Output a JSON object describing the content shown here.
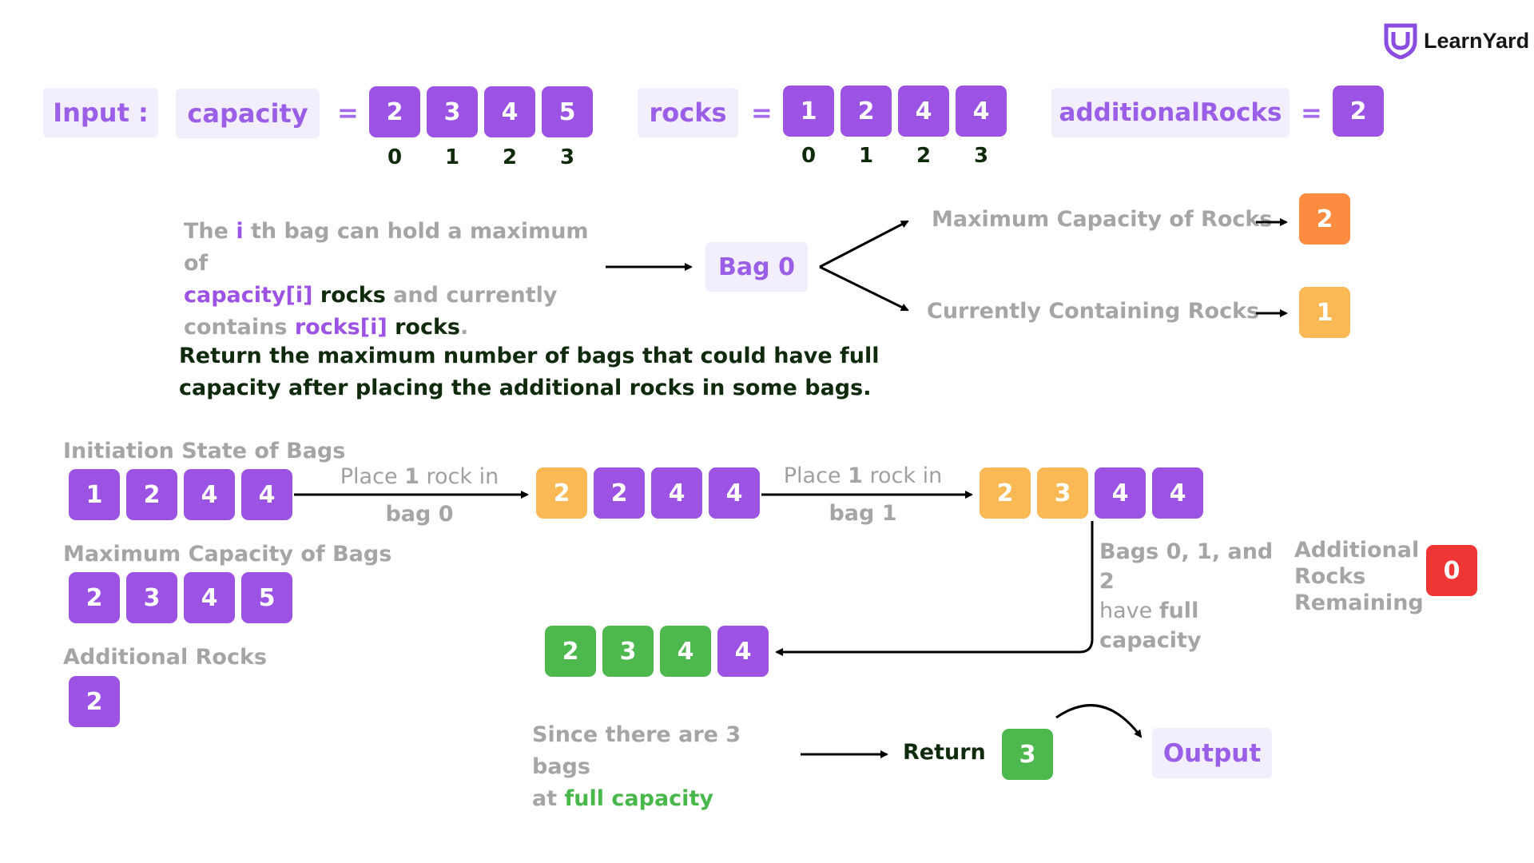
{
  "brand": {
    "name": "LearnYard"
  },
  "input": {
    "label": "Input :",
    "capacity_label": "capacity",
    "rocks_label": "rocks",
    "additional_label": "additionalRocks",
    "equals": "=",
    "capacity": [
      "2",
      "3",
      "4",
      "5"
    ],
    "rocks": [
      "1",
      "2",
      "4",
      "4"
    ],
    "additional_rocks": "2",
    "indices": [
      "0",
      "1",
      "2",
      "3"
    ]
  },
  "explanation": {
    "line1_a": "The ",
    "line1_i": "i",
    "line1_b": " th bag can hold a maximum of",
    "line2_cap": "capacity[i]",
    "line2_rocks": " rocks",
    "line2_b": " and currently",
    "line3_a": "contains ",
    "line3_rocksi": "rocks[i]",
    "line3_rocks": " rocks",
    "line3_dot": ".",
    "bag_label": "Bag 0",
    "max_capacity_label": "Maximum Capacity of Rocks",
    "max_capacity_value": "2",
    "containing_label": "Currently Containing Rocks",
    "containing_value": "1",
    "return_line1": "Return the maximum number of bags that could have full",
    "return_line2": "capacity after placing the additional rocks in some bags."
  },
  "simulation": {
    "initial_title": "Initiation State of Bags",
    "initial_bags": [
      "1",
      "2",
      "4",
      "4"
    ],
    "max_capacity_title": "Maximum Capacity of Bags",
    "max_capacity_bags": [
      "2",
      "3",
      "4",
      "5"
    ],
    "additional_title": "Additional Rocks",
    "additional_value": "2",
    "step1_top_a": "Place ",
    "step1_top_num": "1",
    "step1_top_b": " rock in",
    "step1_bottom": "bag 0",
    "step1_bags": [
      "2",
      "2",
      "4",
      "4"
    ],
    "step2_top_a": "Place ",
    "step2_top_num": "1",
    "step2_top_b": " rock in",
    "step2_bottom": "bag 1",
    "step2_bags": [
      "2",
      "3",
      "4",
      "4"
    ],
    "full_line1": "Bags 0, 1, and 2",
    "full_line2_a": "have ",
    "full_line2_b": "full",
    "full_line3": "capacity",
    "remaining_line1": "Additional",
    "remaining_line2": "Rocks",
    "remaining_line3": "Remaining",
    "remaining_value": "0",
    "final_bags": [
      "2",
      "3",
      "4",
      "4"
    ],
    "since_line1": "Since there are 3 bags",
    "since_line2_a": "at ",
    "since_line2_b": "full capacity",
    "return_label": "Return",
    "return_value": "3",
    "output_label": "Output"
  },
  "colors": {
    "purple": "#9c53e3",
    "yellow": "#fbb955",
    "orange": "#fb8c40",
    "green": "#4db84d",
    "red": "#f03535",
    "label_bg": "#f2eefc"
  }
}
